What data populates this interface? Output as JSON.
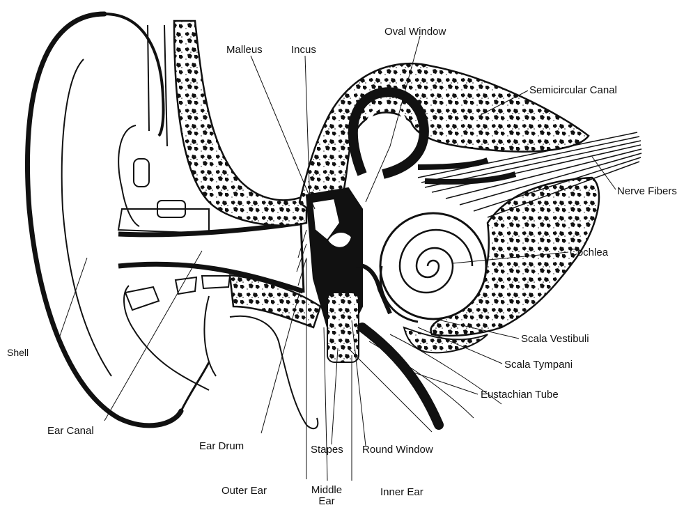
{
  "labels": {
    "malleus": "Malleus",
    "incus": "Incus",
    "oval_window": "Oval Window",
    "semicircular_canal": "Semicircular Canal",
    "nerve_fibers": "Nerve Fibers",
    "cochlea": "Cochlea",
    "scala_vestibuli": "Scala Vestibuli",
    "scala_tympani": "Scala Tympani",
    "eustachian_tube": "Eustachian Tube",
    "shell": "Shell",
    "ear_canal": "Ear Canal",
    "ear_drum": "Ear Drum",
    "stapes": "Stapes",
    "round_window": "Round Window",
    "outer_ear": "Outer Ear",
    "middle_ear_line1": "Middle",
    "middle_ear_line2": "Ear",
    "inner_ear": "Inner Ear"
  },
  "colors": {
    "ink": "#111111",
    "bone_fill": "#ffffff"
  }
}
